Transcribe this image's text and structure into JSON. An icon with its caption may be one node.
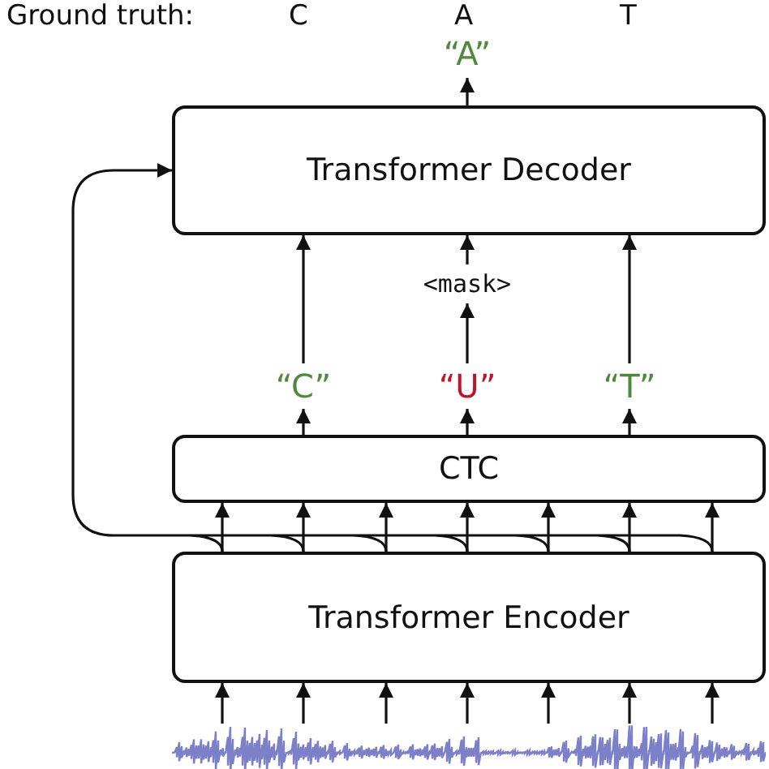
{
  "diagram": {
    "nodes": [
      {
        "text": [
          "Transformer Decoder"
        ]
      },
      {
        "text": [
          "“A”"
        ]
      },
      {
        "text": [
          "<mask>"
        ]
      },
      {
        "text": [
          "“C”"
        ]
      },
      {
        "text": [
          "“U”"
        ]
      },
      {
        "text": [
          "“T”"
        ]
      },
      {
        "text": [
          "CTC"
        ]
      },
      {
        "text": [
          "Transformer Encoder"
        ]
      },
      {
        "text": [],
        "shape": "waveform"
      }
    ],
    "edges": [
      {
        "from": 0,
        "to": 1,
        "arrow": "to"
      },
      {
        "from": 3,
        "to": 0,
        "arrow": "to"
      },
      {
        "from": 2,
        "to": 0,
        "arrow": "to"
      },
      {
        "from": 5,
        "to": 0,
        "arrow": "to"
      },
      {
        "from": 4,
        "to": 2,
        "arrow": "to"
      },
      {
        "from": 6,
        "to": 3,
        "arrow": "to"
      },
      {
        "from": 6,
        "to": 4,
        "arrow": "to"
      },
      {
        "from": 6,
        "to": 5,
        "arrow": "to"
      },
      {
        "from": 7,
        "to": 6,
        "arrow": "to"
      },
      {
        "from": 7,
        "to": 6,
        "arrow": "to"
      },
      {
        "from": 7,
        "to": 6,
        "arrow": "to"
      },
      {
        "from": 7,
        "to": 6,
        "arrow": "to"
      },
      {
        "from": 7,
        "to": 6,
        "arrow": "to"
      },
      {
        "from": 7,
        "to": 6,
        "arrow": "to"
      },
      {
        "from": 7,
        "to": 6,
        "arrow": "to"
      },
      {
        "from": 7,
        "to": 0,
        "arrow": "to"
      },
      {
        "from": 8,
        "to": 7,
        "arrow": "to"
      },
      {
        "from": 8,
        "to": 7,
        "arrow": "to"
      },
      {
        "from": 8,
        "to": 7,
        "arrow": "to"
      },
      {
        "from": 8,
        "to": 7,
        "arrow": "to"
      },
      {
        "from": 8,
        "to": 7,
        "arrow": "to"
      },
      {
        "from": 8,
        "to": 7,
        "arrow": "to"
      },
      {
        "from": 8,
        "to": 7,
        "arrow": "to"
      }
    ],
    "labels": [
      "Ground truth:",
      "C",
      "A",
      "T"
    ]
  }
}
